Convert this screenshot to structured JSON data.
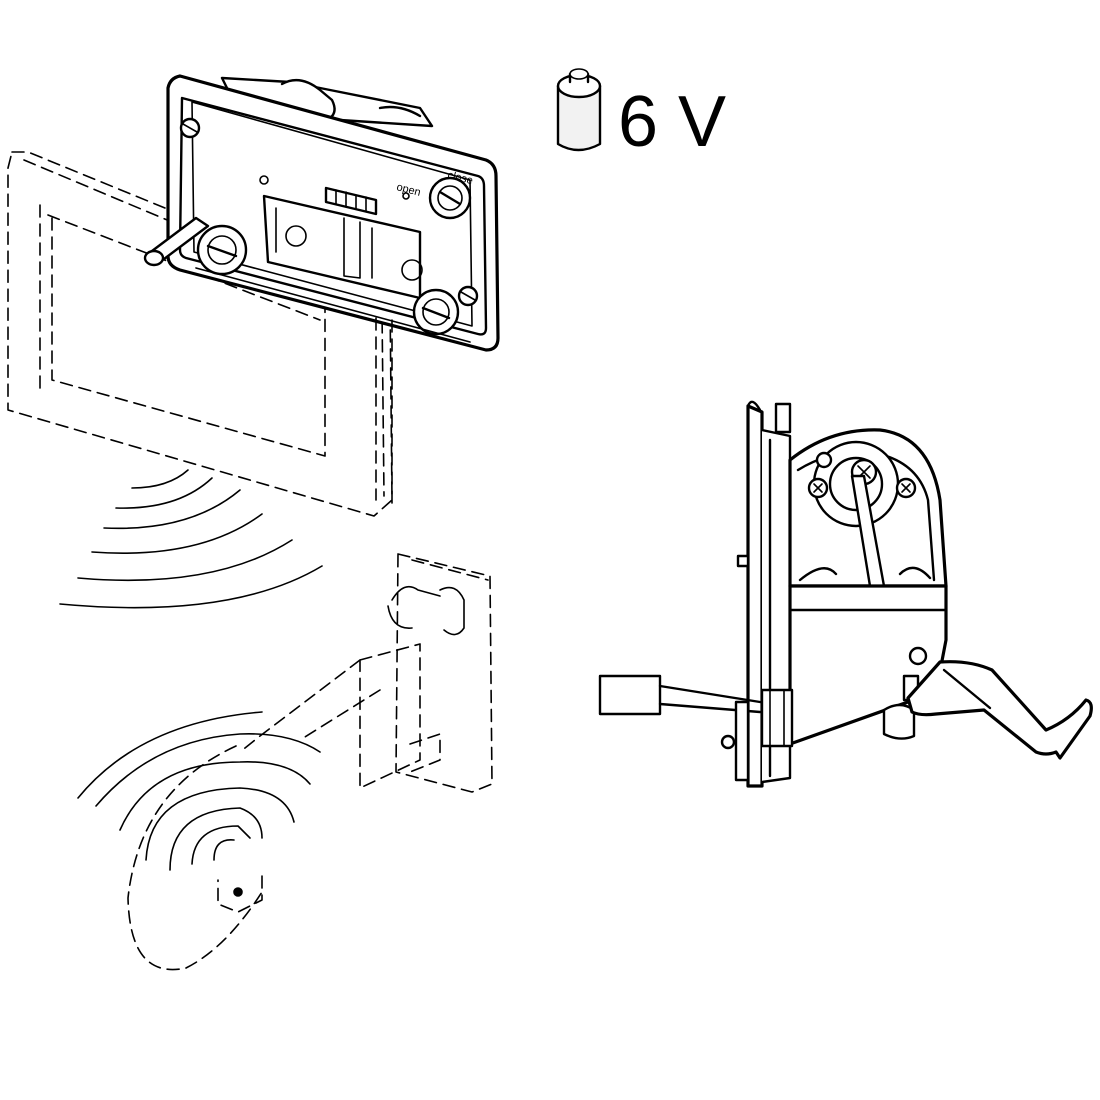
{
  "battery": {
    "voltage_label": "6 V",
    "icon": "battery-icon"
  },
  "valve_plate": {
    "marking_close": "close",
    "marking_open": "open"
  },
  "colors": {
    "line": "#000000",
    "background": "#ffffff"
  }
}
